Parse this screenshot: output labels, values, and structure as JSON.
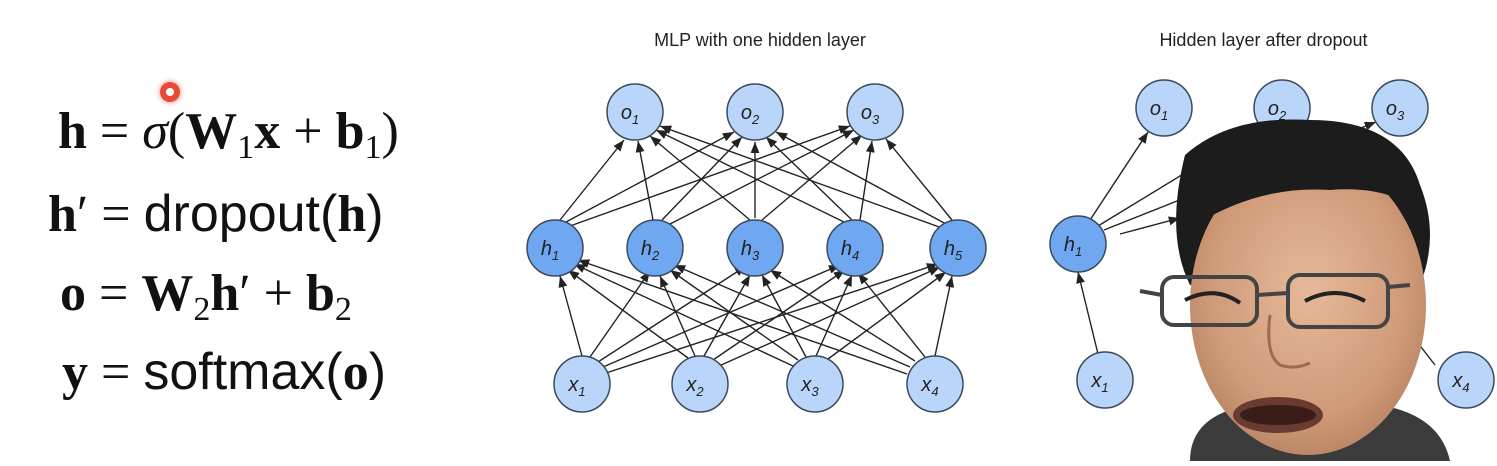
{
  "equations": {
    "eq1": {
      "lhs": "h",
      "equals": " = ",
      "sigma": "σ",
      "open": "(",
      "w": "W",
      "w_sub": "1",
      "x": "x",
      "plus": " + ",
      "b": "b",
      "b_sub": "1",
      "close": ")"
    },
    "eq2": {
      "lhs": "h",
      "prime": "′",
      "equals": " = ",
      "func": "dropout",
      "open": "(",
      "arg": "h",
      "close": ")"
    },
    "eq3": {
      "lhs": "o",
      "equals": " = ",
      "w": "W",
      "w_sub": "2",
      "h": "h",
      "prime": "′",
      "plus": " + ",
      "b": "b",
      "b_sub": "2"
    },
    "eq4": {
      "lhs": "y",
      "equals": " = ",
      "func": "softmax",
      "open": "(",
      "arg": "o",
      "close": ")"
    }
  },
  "diagrams": {
    "left_title": "MLP with one hidden layer",
    "right_title": "Hidden layer after dropout"
  },
  "colors": {
    "hidden_node": "#6fa8f0",
    "io_node": "#b9d6fa",
    "node_stroke": "#3a4a5c",
    "edge": "#222222"
  },
  "icons": {
    "cursor": "red-pointer-dot",
    "presenter": "presenter-webcam-overlay"
  }
}
